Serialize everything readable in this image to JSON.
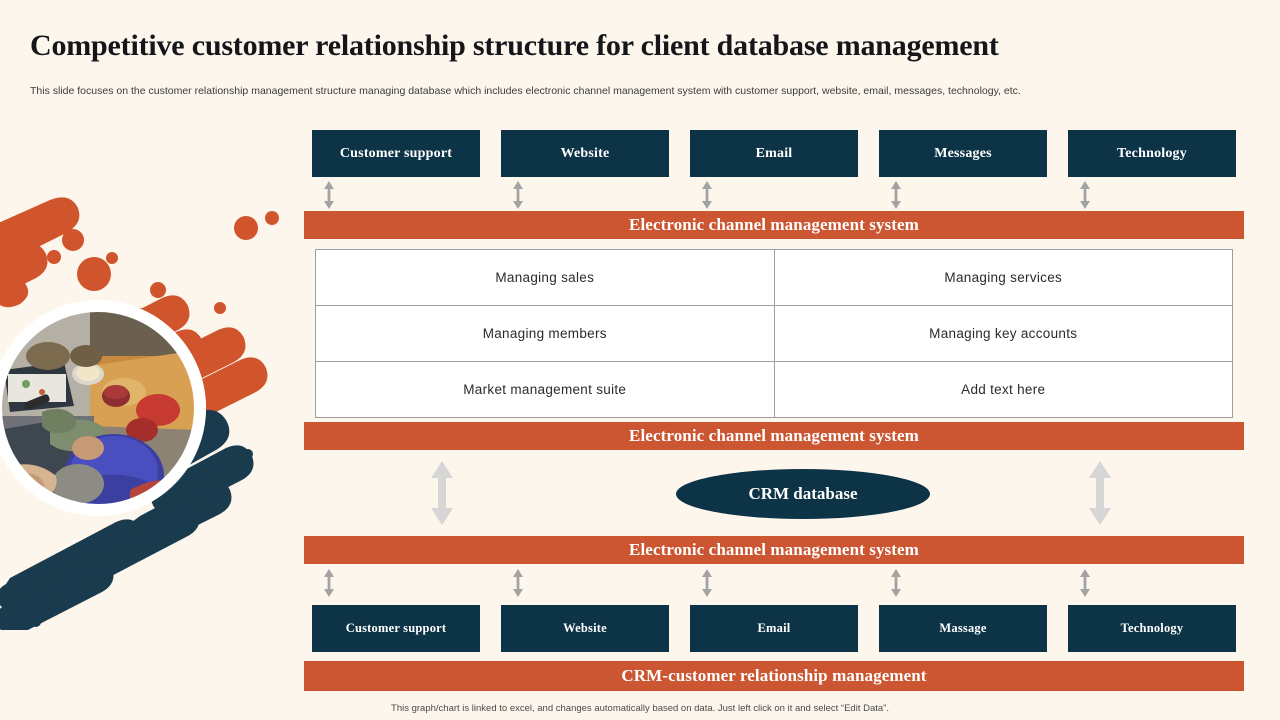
{
  "header": {
    "title": "Competitive customer relationship structure for client database management",
    "subtitle": "This slide focuses on the customer relationship management structure managing database which includes electronic channel management system with customer support, website, email, messages, technology, etc."
  },
  "colors": {
    "background": "#fdf6ec",
    "navy": "#0d3346",
    "orange": "#cb5631",
    "arrow_gray": "#a3a3a3",
    "arrow_light_gray": "#d6d6d6",
    "table_border": "#9e9e9e",
    "title_text": "#15161a"
  },
  "top_channels": [
    {
      "label": "Customer support"
    },
    {
      "label": "Website"
    },
    {
      "label": "Email"
    },
    {
      "label": "Messages"
    },
    {
      "label": "Technology"
    }
  ],
  "banners": {
    "top": "Electronic channel management system",
    "middle": "Electronic channel management system",
    "lower": "Electronic channel management system",
    "bottom": "CRM-customer relationship management"
  },
  "matrix": {
    "rows": [
      [
        "Managing  sales",
        "Managing  services"
      ],
      [
        "Managing  members",
        "Managing key accounts"
      ],
      [
        "Market  management suite",
        "Add text here"
      ]
    ]
  },
  "center": {
    "database_label": "CRM database"
  },
  "bottom_channels": [
    {
      "label": "Customer support"
    },
    {
      "label": "Website"
    },
    {
      "label": "Email"
    },
    {
      "label": "Massage"
    },
    {
      "label": "Technology"
    }
  ],
  "footer": {
    "note": "This graph/chart is linked to excel, and changes automatically based on data. Just left click on it and select “Edit Data”."
  },
  "icons": {
    "double_arrow_vertical": "double-arrow-vertical-icon"
  }
}
